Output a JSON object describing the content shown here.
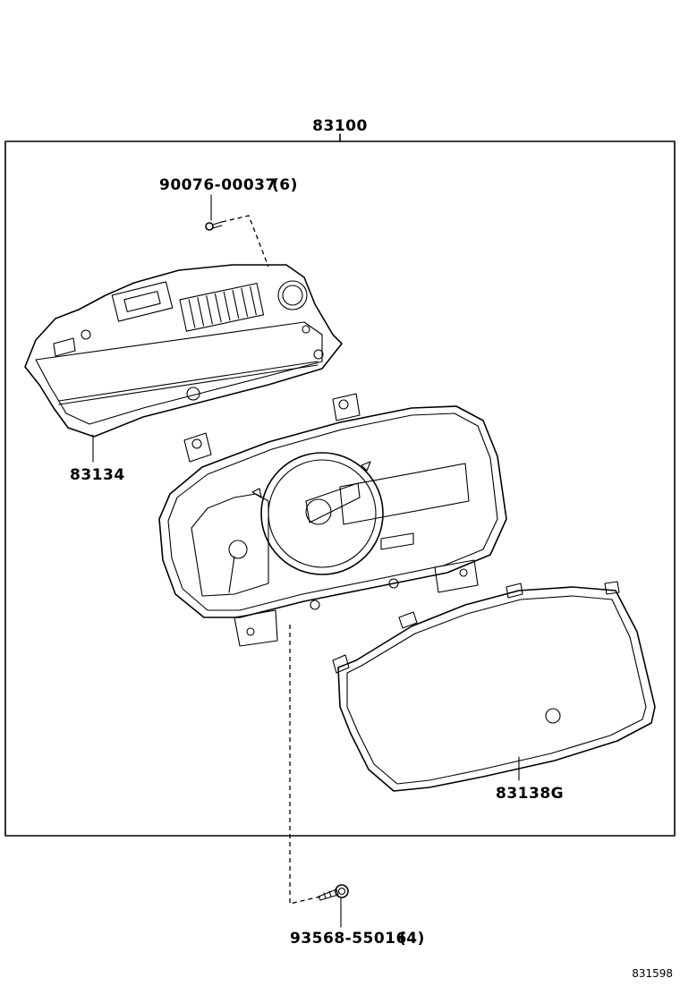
{
  "assembly": {
    "part_number": "83100"
  },
  "parts": {
    "screw_top": {
      "part_number": "90076-00037",
      "qty": "(6)"
    },
    "rear_case": {
      "part_number": "83134"
    },
    "glass": {
      "part_number": "83138G"
    },
    "screw_bottom": {
      "part_number": "93568-55016",
      "qty": "(4)"
    }
  },
  "figure_id": "831598"
}
